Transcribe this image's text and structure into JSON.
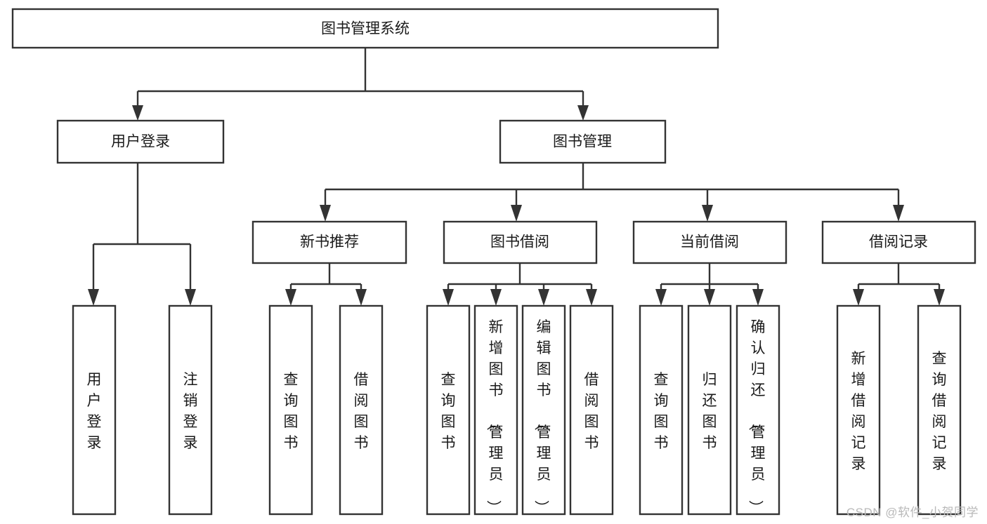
{
  "diagram": {
    "type": "tree",
    "title": "图书管理系统",
    "orientation": "top-down",
    "colors": {
      "stroke": "#333333",
      "fill": "#ffffff",
      "text": "#1a1a1a",
      "watermark": "#b9b9b9"
    },
    "root": {
      "id": "root",
      "label": "图书管理系统",
      "level": 0
    },
    "level1": [
      {
        "id": "user-login",
        "label": "用户登录",
        "level": 1
      },
      {
        "id": "book-management",
        "label": "图书管理",
        "level": 1
      }
    ],
    "level2": [
      {
        "id": "new-book-recommend",
        "label": "新书推荐",
        "level": 2,
        "parent": "book-management"
      },
      {
        "id": "book-borrow",
        "label": "图书借阅",
        "level": 2,
        "parent": "book-management"
      },
      {
        "id": "current-borrow",
        "label": "当前借阅",
        "level": 2,
        "parent": "book-management"
      },
      {
        "id": "borrow-record",
        "label": "借阅记录",
        "level": 2,
        "parent": "book-management"
      }
    ],
    "leaves": [
      {
        "id": "leaf-user-login",
        "label": "用户登录",
        "parent": "user-login"
      },
      {
        "id": "leaf-logout-login",
        "label": "注销登录",
        "parent": "user-login"
      },
      {
        "id": "leaf-query-book-1",
        "label": "查询图书",
        "parent": "new-book-recommend"
      },
      {
        "id": "leaf-borrow-book-1",
        "label": "借阅图书",
        "parent": "new-book-recommend"
      },
      {
        "id": "leaf-query-book-2",
        "label": "查询图书",
        "parent": "book-borrow"
      },
      {
        "id": "leaf-add-book",
        "label": "新增图书（管理员）",
        "parent": "book-borrow"
      },
      {
        "id": "leaf-edit-book",
        "label": "编辑图书（管理员）",
        "parent": "book-borrow"
      },
      {
        "id": "leaf-borrow-book-2",
        "label": "借阅图书",
        "parent": "book-borrow"
      },
      {
        "id": "leaf-query-book-3",
        "label": "查询图书",
        "parent": "current-borrow"
      },
      {
        "id": "leaf-return-book",
        "label": "归还图书",
        "parent": "current-borrow"
      },
      {
        "id": "leaf-confirm-return",
        "label": "确认归还（管理员）",
        "parent": "current-borrow"
      },
      {
        "id": "leaf-add-record",
        "label": "新增借阅记录",
        "parent": "borrow-record"
      },
      {
        "id": "leaf-query-record",
        "label": "查询借阅记录",
        "parent": "borrow-record"
      }
    ]
  },
  "watermark": {
    "text": "CSDN @软件_小贺同学"
  }
}
